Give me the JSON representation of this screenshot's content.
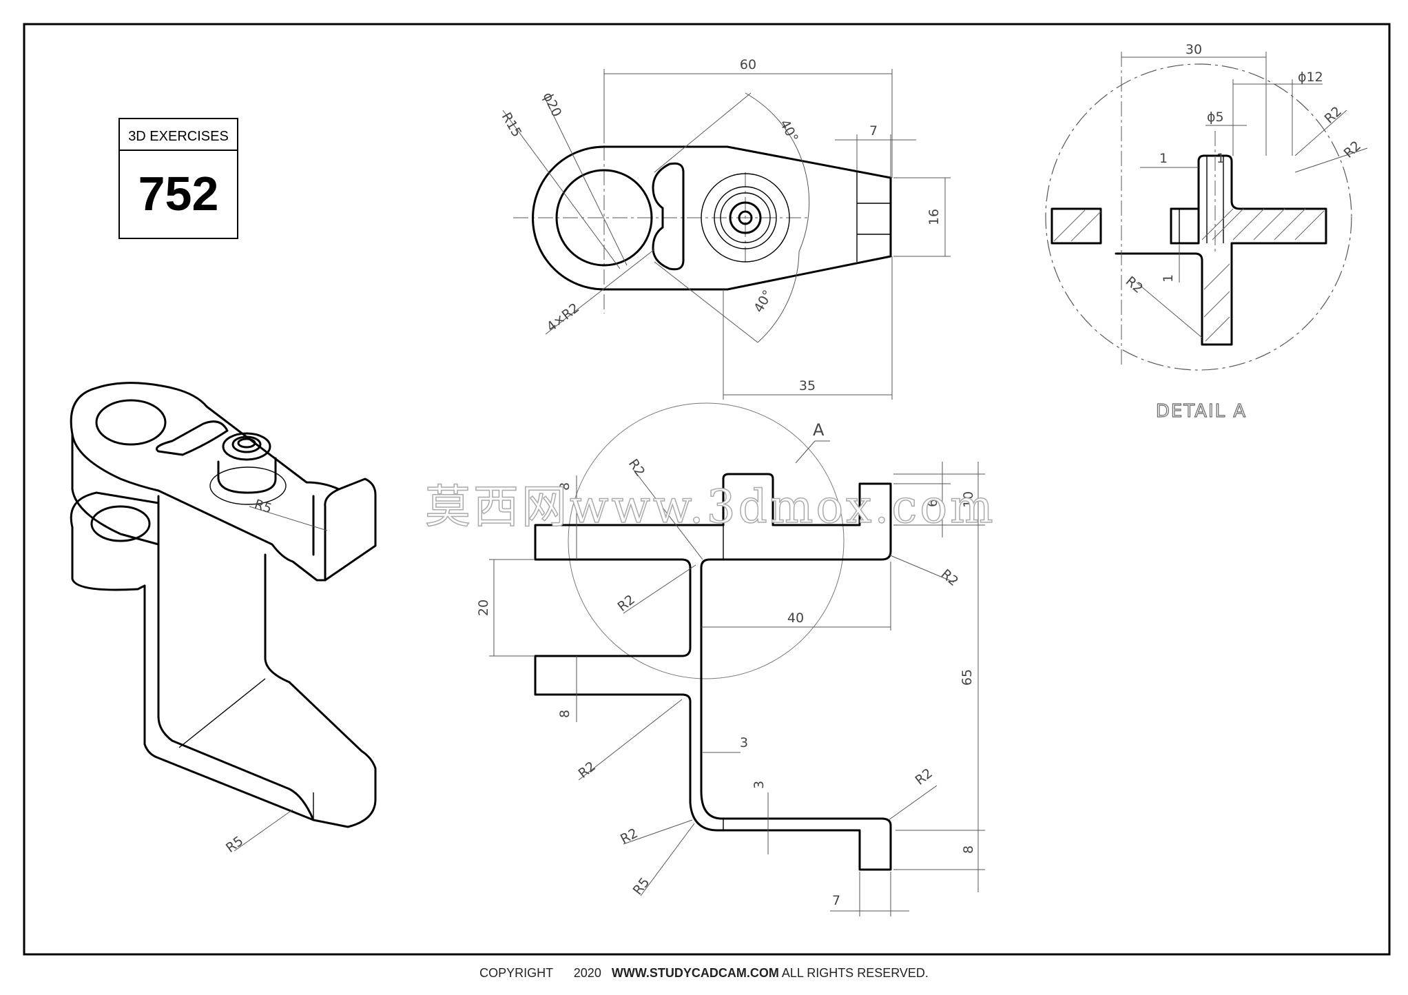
{
  "badge": {
    "label": "3D EXERCISES",
    "number": "752"
  },
  "top_view": {
    "dim_60": "60",
    "dim_r15": "R15",
    "dim_phi20": "ϕ20",
    "dim_40a": "40°",
    "dim_7": "7",
    "dim_16": "16",
    "dim_40b": "40°",
    "dim_4xr2": "4×R2",
    "dim_35": "35"
  },
  "detail": {
    "dim_30": "30",
    "dim_phi12": "ϕ12",
    "dim_phi5": "ϕ5",
    "dim_r2a": "R2",
    "dim_r2b": "R2",
    "dim_1a": "1",
    "dim_1b": "1",
    "dim_1c": "1",
    "dim_r2c": "R2",
    "title": "DETAIL  A"
  },
  "front_view": {
    "callout_a": "A",
    "dim_r2_top": "R2",
    "dim_8_top": "8",
    "dim_6": "6",
    "dim_10": "10",
    "dim_r2_right": "R2",
    "dim_r2_left": "R2",
    "dim_20": "20",
    "dim_40": "40",
    "dim_65": "65",
    "dim_8_left": "8",
    "dim_r2_mid": "R2",
    "dim_3a": "3",
    "dim_3b": "3",
    "dim_r2_bottom": "R2",
    "dim_r2_corner": "R2",
    "dim_r5": "R5",
    "dim_8_right": "8",
    "dim_7": "7"
  },
  "iso_view": {
    "dim_r5_top": "R5",
    "dim_r5_bottom": "R5"
  },
  "watermark": "莫西网www.3dmox.com",
  "footer": {
    "copyright": "COPYRIGHT",
    "year": "2020",
    "site": "WWW.STUDYCADCAM.COM",
    "rights": "ALL RIGHTS RESERVED."
  }
}
